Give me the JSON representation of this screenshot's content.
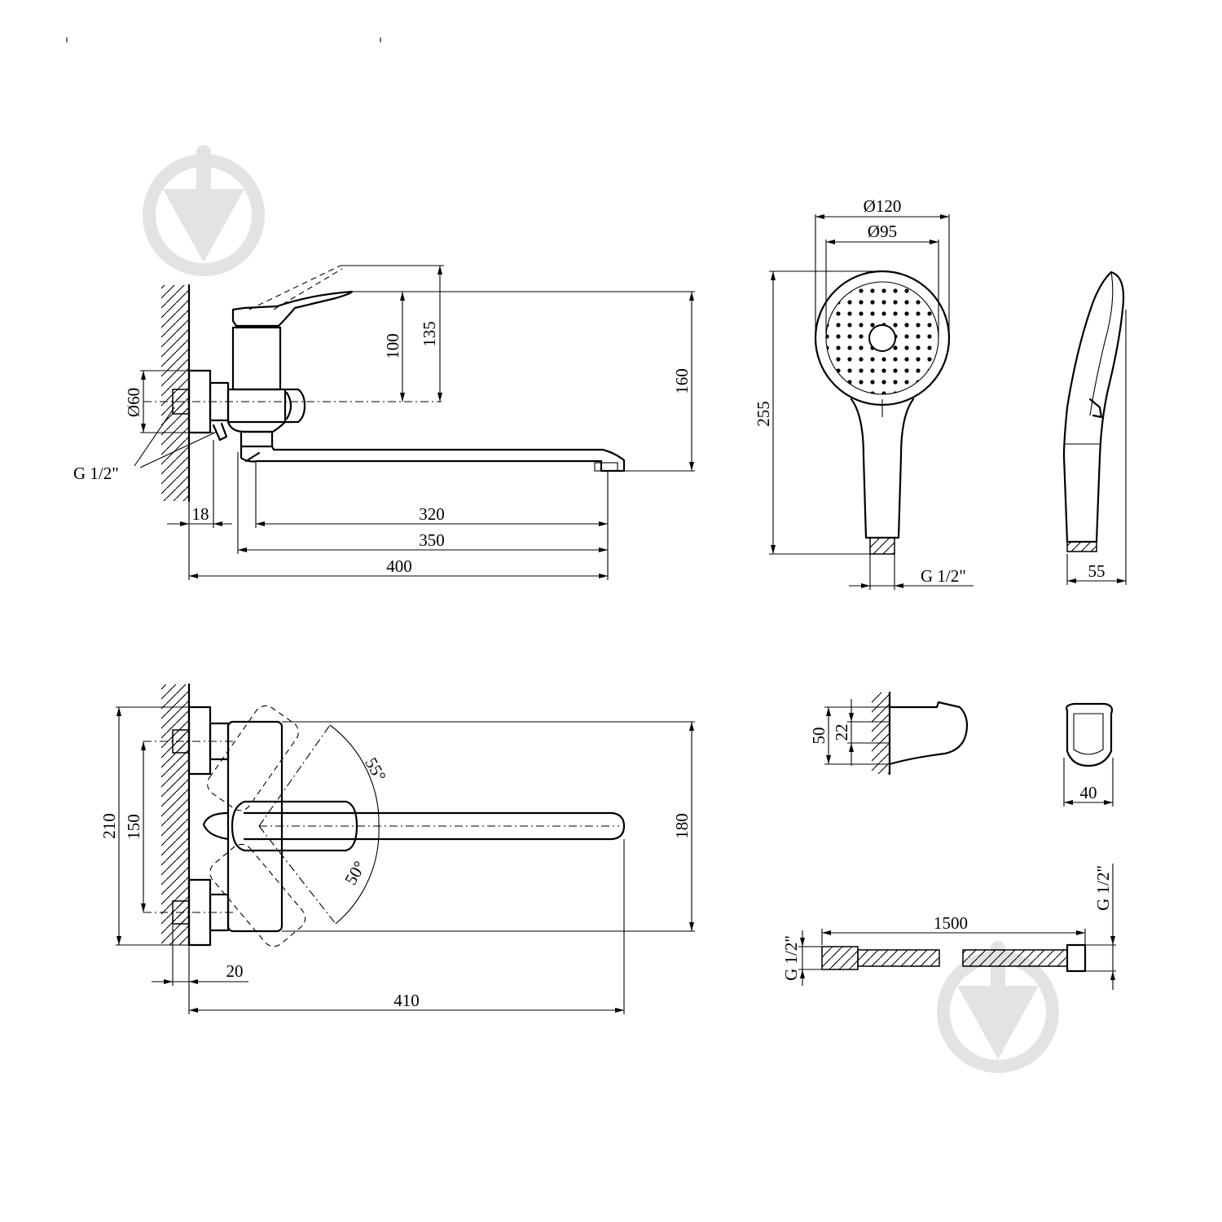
{
  "colors": {
    "line": "#000000",
    "watermark": "#e3e3e3",
    "background": "#ffffff"
  },
  "icons": {
    "watermark": "shield-arrow-logo-icon"
  },
  "side_view": {
    "dim_135": "135",
    "dim_100": "100",
    "dim_160": "160",
    "dim_d60": "Ø60",
    "thread": "G 1/2\"",
    "dim_18": "18",
    "dim_320": "320",
    "dim_350": "350",
    "dim_400": "400"
  },
  "shower_head": {
    "dim_d120": "Ø120",
    "dim_d95": "Ø95",
    "dim_255": "255",
    "thread": "G 1/2\"",
    "dim_55": "55"
  },
  "top_view": {
    "dim_210": "210",
    "dim_150": "150",
    "angle_55": "55°",
    "angle_50": "50°",
    "dim_180": "180",
    "dim_20": "20",
    "dim_410": "410"
  },
  "holder": {
    "dim_50": "50",
    "dim_22": "22",
    "dim_40": "40"
  },
  "hose": {
    "dim_1500": "1500",
    "thread_left": "G 1/2\"",
    "thread_right": "G 1/2\""
  }
}
